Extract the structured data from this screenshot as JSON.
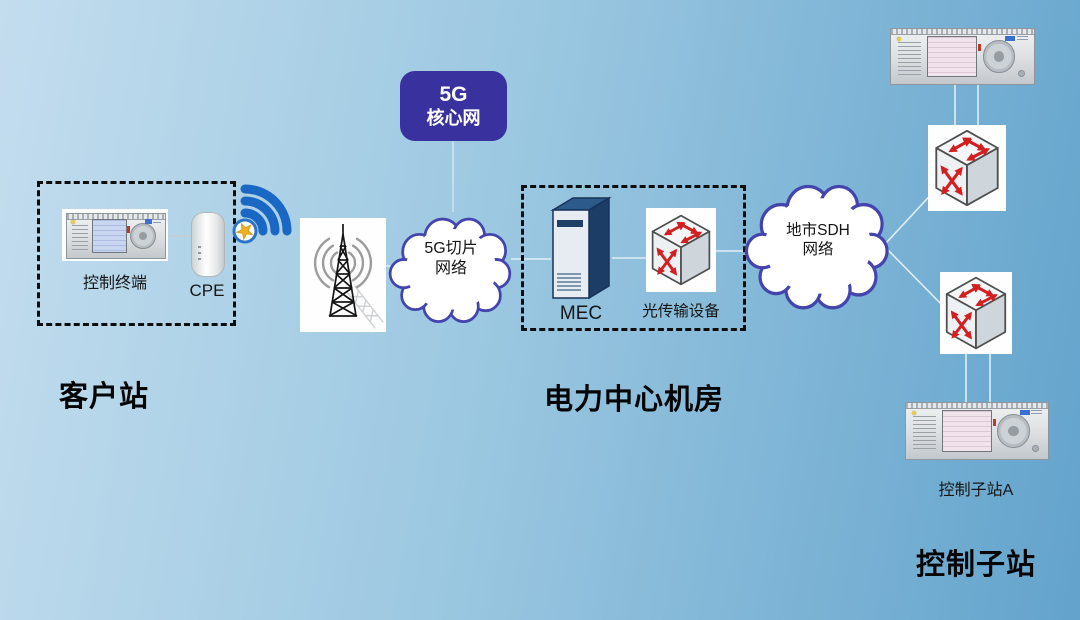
{
  "diagram": {
    "customer_station": {
      "title": "客户站",
      "terminal_label": "控制终端",
      "cpe_label": "CPE"
    },
    "core_network": {
      "line1": "5G",
      "line2": "核心网"
    },
    "slice_cloud": {
      "line1": "5G切片",
      "line2": "网络"
    },
    "power_room": {
      "title": "电力中心机房",
      "mec_label": "MEC",
      "optical_label": "光传输设备"
    },
    "sdh_cloud": {
      "line1": "地市SDH",
      "line2": "网络"
    },
    "substation": {
      "title": "控制子站",
      "station_a_label": "控制子站A"
    },
    "icons": {
      "wifi": "wifi-signal-icon",
      "star": "star-icon",
      "tower": "radio-tower-icon",
      "server": "mec-server-icon",
      "switch": "optical-switch-icon",
      "rack_device": "control-device-icon",
      "cloud": "network-cloud-shape"
    },
    "colors": {
      "core_box": "#39329e",
      "cloud_border": "#4444ad",
      "arrow_red": "#d31f1f",
      "wifi_blue": "#1b67c4",
      "star_gold": "#eeb324",
      "background_left": "#c3ddee",
      "background_right": "#63a3cc"
    }
  }
}
